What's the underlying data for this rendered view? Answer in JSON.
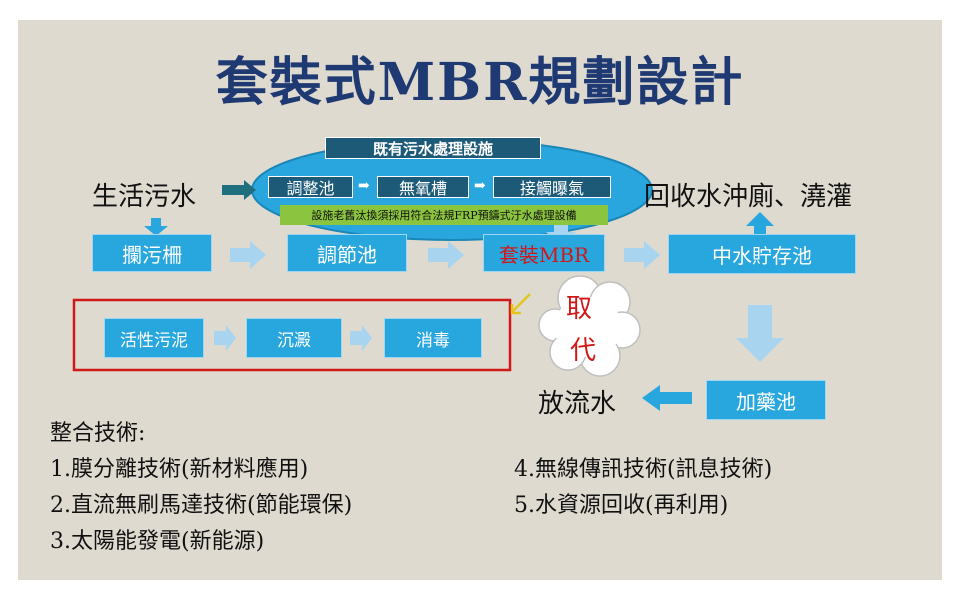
{
  "title": "套裝式MBR規劃設計",
  "existing": {
    "header": "既有污水處理設施",
    "steps": [
      "調整池",
      "無氧槽",
      "接觸曝氣"
    ],
    "note": "設施老舊汰換須採用符合法規FRP預鑄式汙水處理設備"
  },
  "labels": {
    "source": "生活污水",
    "reuse": "回收水沖廁、澆灌",
    "discharge": "放流水"
  },
  "main_flow": [
    "攔污柵",
    "調節池",
    "套裝MBR",
    "中水貯存池"
  ],
  "dosing_tank": "加藥池",
  "replaced": {
    "steps": [
      "活性污泥",
      "沉澱",
      "消毒"
    ],
    "cloud_text": [
      "取",
      "代"
    ]
  },
  "tech": {
    "heading": "整合技術:",
    "items_left": [
      "1.膜分離技術(新材料應用)",
      "2.直流無刷馬達技術(節能環保)",
      "3.太陽能發電(新能源)"
    ],
    "items_right": [
      "4.無線傳訊技術(訊息技術)",
      "5.水資源回收(再利用)"
    ]
  },
  "colors": {
    "box": "#28a6de",
    "dark_box": "#1d5a78",
    "ellipse": "#29a6de",
    "note_bg": "#8bc53f",
    "highlight_border": "#d01818"
  }
}
